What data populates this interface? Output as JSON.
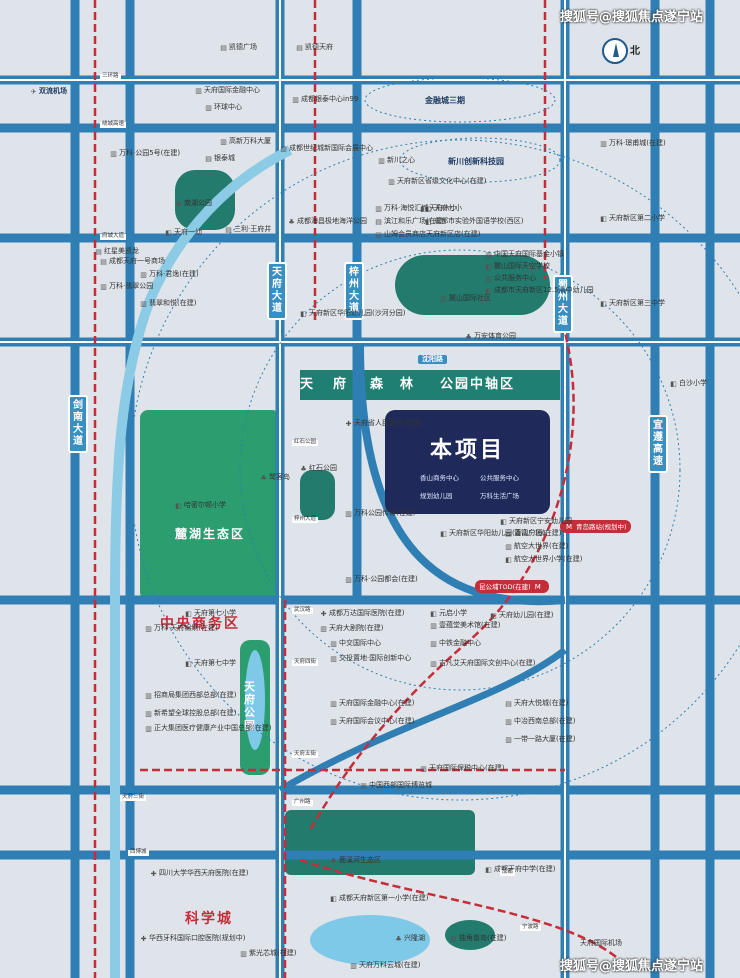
{
  "watermark": {
    "top": "搜狐号@搜狐焦点遂宁站",
    "bottom": "搜狐号@搜狐焦点遂宁站"
  },
  "north_label": "北",
  "project": {
    "title": "本项目",
    "amenities": [
      "香山商务中心",
      "公共服务中心",
      "规划幼儿园",
      "万科生活广场"
    ]
  },
  "districts": {
    "park_axis_left": "天",
    "park_axis_mid1": "府",
    "park_axis_mid2": "森",
    "park_axis_mid3": "林",
    "park_axis_right": "公园中轴区",
    "lake_zone": "麓湖生态区",
    "cbd": "中央商务区",
    "tianfu_park": "天府公园",
    "science_city": "科学城",
    "finance_city": "金融城三期",
    "innovation_park": "新川创新科技园"
  },
  "roads": {
    "tianfu_avenue": "天府大道",
    "zizhou_avenue": "梓州大道",
    "shuzhou_avenue": "蜀州大道",
    "jiannan_avenue": "剑南大道",
    "yingdu_highway": "宜遵高速",
    "shenyang_road": "沈阳路"
  },
  "metro": {
    "qingdao_road": "青岛路站",
    "qingdao_road_note": "(规划中)",
    "kunming_tod": "昆公埔TOD",
    "kunming_tod_note": "(在建)",
    "metro_symbol": "M"
  },
  "airport": {
    "label": "双流机场",
    "new_airport": "天府国际机场"
  },
  "pois": [
    {
      "text": "凯德广场",
      "icon": "mall"
    },
    {
      "text": "凯德天府",
      "icon": "mall"
    },
    {
      "text": "天府国际金融中心",
      "icon": "building"
    },
    {
      "text": "环球中心",
      "icon": "building"
    },
    {
      "text": "成都银泰中心in99",
      "icon": "building"
    },
    {
      "text": "高新万科大厦",
      "icon": "building"
    },
    {
      "text": "银泰城",
      "icon": "mall"
    },
    {
      "text": "成都世纪城新国际会展中心",
      "icon": "building"
    },
    {
      "text": "万科·公园5号(在建)",
      "icon": "building"
    },
    {
      "text": "新川之心",
      "icon": "building"
    },
    {
      "text": "天府新区省级文化中心(在建)",
      "icon": "building"
    },
    {
      "text": "万科·璟甫城(在建)",
      "icon": "building"
    },
    {
      "text": "天府七小",
      "icon": "school"
    },
    {
      "text": "南湖公园",
      "icon": "park"
    },
    {
      "text": "天府一幼",
      "icon": "school"
    },
    {
      "text": "三利·王府井",
      "icon": "mall"
    },
    {
      "text": "成都海昌极地海洋公园",
      "icon": "park"
    },
    {
      "text": "万科·海悦汇城",
      "icon": "building"
    },
    {
      "text": "滨江和乐广场(在建)",
      "icon": "mall"
    },
    {
      "text": "成都市实验外国语学校(西区)",
      "icon": "school"
    },
    {
      "text": "山姆会员商店天府新区店(在建)",
      "icon": "mall"
    },
    {
      "text": "天府六小",
      "icon": "school"
    },
    {
      "text": "天府新区第二小学",
      "icon": "school"
    },
    {
      "text": "红星美凯龙",
      "icon": "mall"
    },
    {
      "text": "成都天府一号商场",
      "icon": "mall"
    },
    {
      "text": "万科·君逸(在建)",
      "icon": "building"
    },
    {
      "text": "万科·翡翠公园",
      "icon": "building"
    },
    {
      "text": "翡翠和悦(在建)",
      "icon": "building"
    },
    {
      "text": "中国天府国际基金小镇",
      "icon": "building"
    },
    {
      "text": "麓山国际天空学校",
      "icon": "school"
    },
    {
      "text": "公共服务中心",
      "icon": "building"
    },
    {
      "text": "成都市天府新区12.5清中幼儿园",
      "icon": "school"
    },
    {
      "text": "麓山国际社区",
      "icon": "building"
    },
    {
      "text": "天府新区第三中学",
      "icon": "school"
    },
    {
      "text": "天府新区华阳幼儿园(沙河分园)",
      "icon": "school"
    },
    {
      "text": "万安体育公园",
      "icon": "park"
    },
    {
      "text": "白沙小学",
      "icon": "school"
    },
    {
      "text": "天府省人民医院(在建)",
      "icon": "hospital"
    },
    {
      "text": "鹭客岛",
      "icon": "park"
    },
    {
      "text": "哈密尔顿小学",
      "icon": "school"
    },
    {
      "text": "红石公园",
      "icon": "park"
    },
    {
      "text": "万科公园传奇(在建)",
      "icon": "building"
    },
    {
      "text": "天府新区华阳幼儿园(香山分园)",
      "icon": "school"
    },
    {
      "text": "天府新区宁安幼儿园",
      "icon": "school"
    },
    {
      "text": "置富广场(在建)",
      "icon": "mall"
    },
    {
      "text": "航空大世界(在建)",
      "icon": "building"
    },
    {
      "text": "航空大世界小学(在建)",
      "icon": "school"
    },
    {
      "text": "万科·公园都会(在建)",
      "icon": "building"
    },
    {
      "text": "成都万达国际医院(在建)",
      "icon": "hospital"
    },
    {
      "text": "天府大剧院(在建)",
      "icon": "building"
    },
    {
      "text": "元启小学",
      "icon": "school"
    },
    {
      "text": "壹蕴堂美术馆(在建)",
      "icon": "building"
    },
    {
      "text": "天府幼儿园(在建)",
      "icon": "school"
    },
    {
      "text": "天府第七小学",
      "icon": "school"
    },
    {
      "text": "万科·天府锦绣(在建)",
      "icon": "building"
    },
    {
      "text": "天府第七中学",
      "icon": "school"
    },
    {
      "text": "中交国际中心",
      "icon": "building"
    },
    {
      "text": "交投置地·国际创新中心",
      "icon": "building"
    },
    {
      "text": "中铁金融中心",
      "icon": "building"
    },
    {
      "text": "吉凡艾天府国际文创中心(在建)",
      "icon": "building"
    },
    {
      "text": "招商局集团西部总部(在建)",
      "icon": "building"
    },
    {
      "text": "新希望全球控股总部(在建)",
      "icon": "building"
    },
    {
      "text": "正大集团医疗健康产业中国总部(在建)",
      "icon": "building"
    },
    {
      "text": "天府国际金融中心(在建)",
      "icon": "building"
    },
    {
      "text": "天府国际会议中心(在建)",
      "icon": "building"
    },
    {
      "text": "天府大悦城(在建)",
      "icon": "mall"
    },
    {
      "text": "中冶西南总部(在建)",
      "icon": "building"
    },
    {
      "text": "一带一路大厦(在建)",
      "icon": "building"
    },
    {
      "text": "天府国际保税中心(在建)",
      "icon": "building"
    },
    {
      "text": "中国西部国际博览城",
      "icon": "building"
    },
    {
      "text": "鹿溪河生态区",
      "icon": "park"
    },
    {
      "text": "成都天府中学(在建)",
      "icon": "school"
    },
    {
      "text": "四川大学华西天府医院(在建)",
      "icon": "hospital"
    },
    {
      "text": "成都天府新区第一小学(在建)",
      "icon": "school"
    },
    {
      "text": "兴隆湖",
      "icon": "park"
    },
    {
      "text": "独角兽岛(在建)",
      "icon": "building"
    },
    {
      "text": "华西牙科国际口腔医院(规划中)",
      "icon": "hospital"
    },
    {
      "text": "紫光芯城(在建)",
      "icon": "building"
    },
    {
      "text": "天府万科云城(在建)",
      "icon": "building"
    }
  ],
  "road_tags": [
    "三环路",
    "绕城高速",
    "府城大道",
    "红石公园",
    "梓州大道",
    "武汉路",
    "天府四街",
    "广州路",
    "天府五街",
    "天府三街",
    "西博城",
    "成都",
    "宁波路"
  ]
}
